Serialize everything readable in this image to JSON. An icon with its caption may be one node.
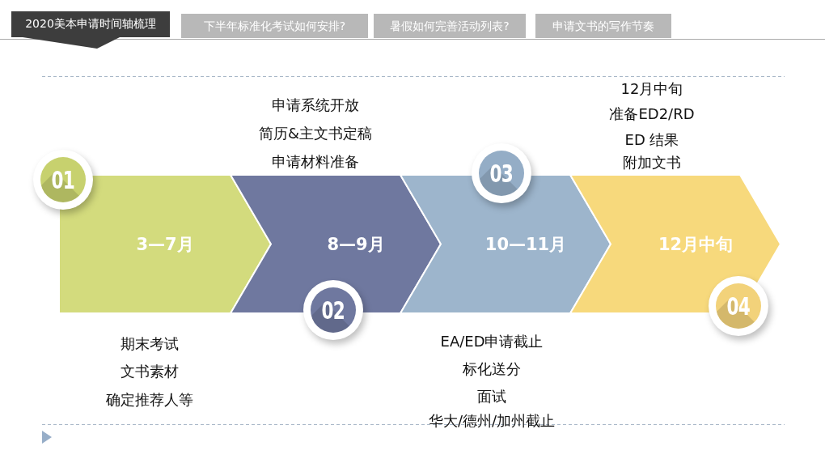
{
  "diagram": {
    "title": "2020美本申请时间轴梳理",
    "nodes": [
      {
        "text": [
          "3—7月"
        ],
        "beside": [
          "期末考试",
          "文书素材",
          "确定推荐人等"
        ]
      },
      {
        "text": [
          "8—9月"
        ],
        "beside": [
          "申请系统开放",
          "简历&主文书定稿",
          "申请材料准备"
        ]
      },
      {
        "text": [
          "10—11月"
        ],
        "beside": [
          "EA/ED申请截止",
          "标化送分",
          "面试",
          "华大/德州/加州截止"
        ]
      },
      {
        "text": [
          "12月中旬"
        ],
        "beside": [
          "12月中旬",
          "准备ED2/RD",
          "ED 结果",
          "附加文书"
        ]
      },
      {
        "text": [
          "01"
        ]
      },
      {
        "text": [
          "02"
        ]
      },
      {
        "text": [
          "03"
        ]
      },
      {
        "text": [
          "04"
        ]
      }
    ],
    "edges": [],
    "labels": [
      "下半年标准化考试如何安排?",
      "暑假如何完善活动列表?",
      "申请文书的写作节奏"
    ]
  }
}
